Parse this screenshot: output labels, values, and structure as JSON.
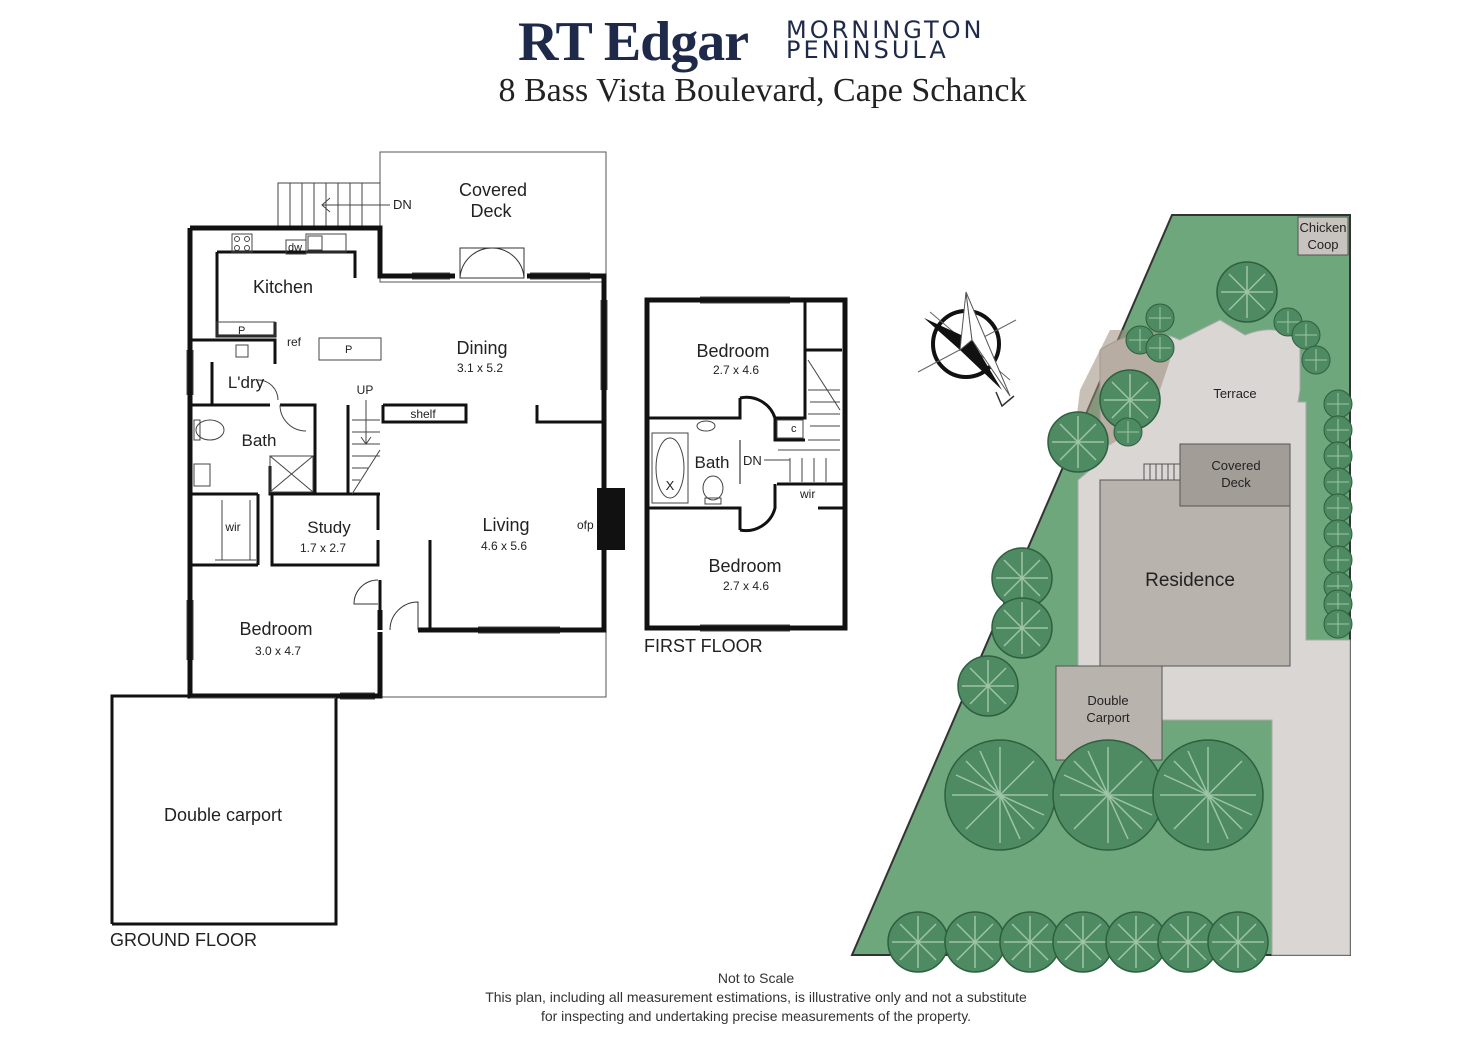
{
  "header": {
    "brand_main": "RT Edgar",
    "brand_sub_1": "MORNINGTON",
    "brand_sub_2": "PENINSULA",
    "address": "8 Bass Vista Boulevard, Cape Schanck"
  },
  "ground_floor": {
    "title": "GROUND FLOOR",
    "covered_deck_1": "Covered",
    "covered_deck_2": "Deck",
    "dn": "DN",
    "kitchen": "Kitchen",
    "dw": "dw",
    "pantry_1": "P",
    "pantry_2": "P",
    "ref": "ref",
    "dining": "Dining",
    "dining_size": "3.1 x 5.2",
    "laundry": "L'dry",
    "up": "UP",
    "shelf": "shelf",
    "bath": "Bath",
    "wir": "wir",
    "study": "Study",
    "study_size": "1.7 x 2.7",
    "living": "Living",
    "living_size": "4.6 x 5.6",
    "ofp": "ofp",
    "bedroom": "Bedroom",
    "bedroom_size": "3.0 x 4.7",
    "carport": "Double carport"
  },
  "first_floor": {
    "title": "FIRST FLOOR",
    "bedroom_1": "Bedroom",
    "bedroom_1_size": "2.7 x 4.6",
    "bath": "Bath",
    "bath_x": "X",
    "dn": "DN",
    "c": "c",
    "wir": "wir",
    "bedroom_2": "Bedroom",
    "bedroom_2_size": "2.7 x 4.6"
  },
  "site": {
    "chicken_1": "Chicken",
    "chicken_2": "Coop",
    "terrace": "Terrace",
    "covered_deck_1": "Covered",
    "covered_deck_2": "Deck",
    "residence": "Residence",
    "carport_1": "Double",
    "carport_2": "Carport"
  },
  "footer": {
    "line1": "Not to Scale",
    "line2": "This plan, including all measurement estimations, is illustrative only and not a substitute",
    "line3": "for inspecting and undertaking precise measurements of the property."
  },
  "colors": {
    "brand": "#1f2a4a",
    "lawn": "#6ea77c",
    "tree": "#4e8b62",
    "paving": "#d9d6d4",
    "building": "#b9b3ae",
    "deck": "#a39d98",
    "wall": "#111111"
  },
  "icons": [
    "compass-icon",
    "tree-icon"
  ]
}
